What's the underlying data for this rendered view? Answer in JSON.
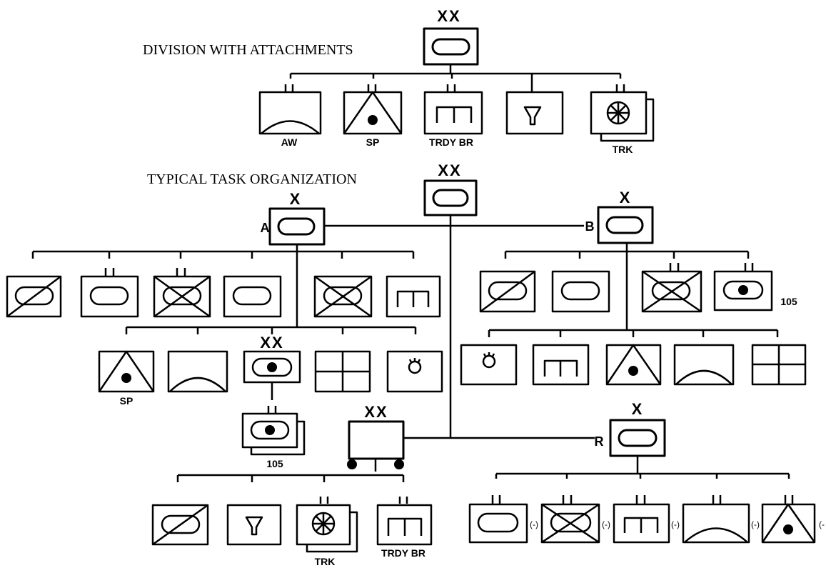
{
  "titles": {
    "division": "DIVISION WITH ATTACHMENTS",
    "task_org": "TYPICAL TASK ORGANIZATION"
  },
  "echelons": {
    "division": "XX",
    "brigade": "X"
  },
  "brigade_letters": {
    "a": "A",
    "b": "B",
    "r": "R"
  },
  "unit_labels": {
    "aw": "AW",
    "sp": "SP",
    "trdy_br": "TRDY BR",
    "trk": "TRK",
    "caliber_105": "105"
  },
  "reduced_marker": "(-)",
  "symbols": [
    "division-hq",
    "aviation",
    "self-propelled-artillery",
    "treadway-bridge",
    "chemical",
    "transportation-truck",
    "armored-cavalry",
    "tank",
    "armored-infantry",
    "artillery-105",
    "ordnance",
    "engineer",
    "medical",
    "signal",
    "division-trains"
  ]
}
